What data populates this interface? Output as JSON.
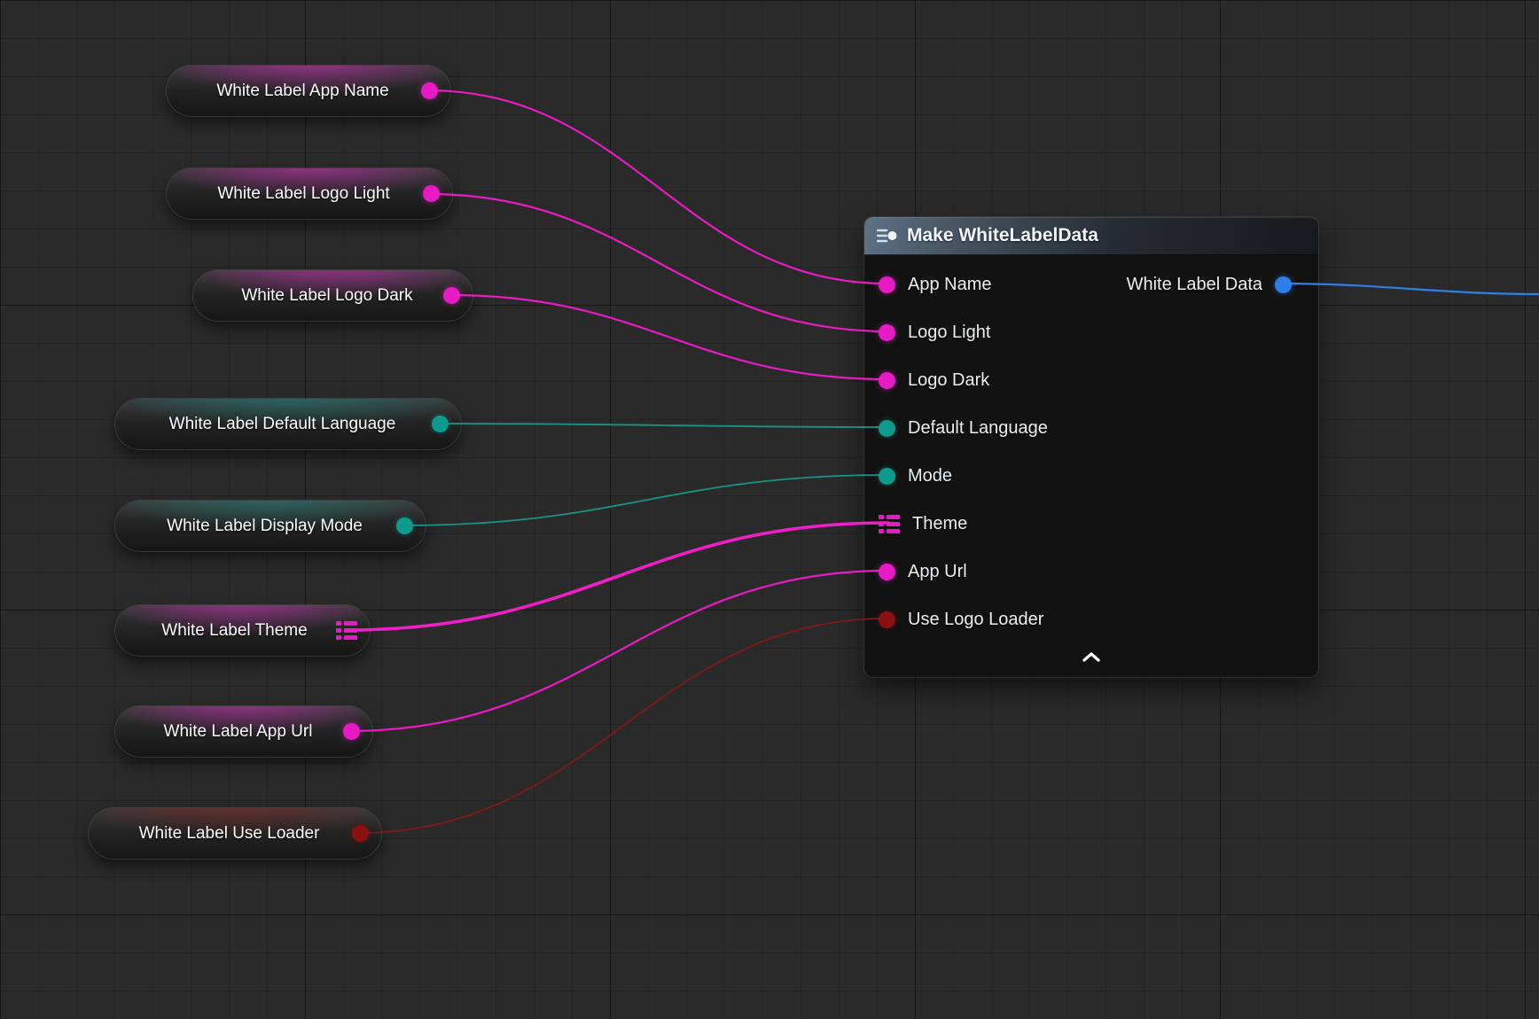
{
  "colors": {
    "background": "#2a2a2a",
    "pin_magenta": "#e51bc5",
    "pin_teal": "#0f9a8e",
    "pin_red": "#8c1010",
    "pin_blue": "#2f7fe8",
    "wire_magenta": "#e81cc2",
    "wire_teal": "#17948a",
    "wire_red": "#7e1a1a",
    "wire_blue": "#2e7fe8"
  },
  "getter_nodes": [
    {
      "label": "White Label App Name",
      "pin_type": "magenta",
      "pin_shape": "circle"
    },
    {
      "label": "White Label Logo Light",
      "pin_type": "magenta",
      "pin_shape": "circle"
    },
    {
      "label": "White Label Logo Dark",
      "pin_type": "magenta",
      "pin_shape": "circle"
    },
    {
      "label": "White Label Default Language",
      "pin_type": "teal",
      "pin_shape": "circle"
    },
    {
      "label": "White Label Display Mode",
      "pin_type": "teal",
      "pin_shape": "circle"
    },
    {
      "label": "White Label Theme",
      "pin_type": "magenta",
      "pin_shape": "struct-grid"
    },
    {
      "label": "White Label App Url",
      "pin_type": "magenta",
      "pin_shape": "circle"
    },
    {
      "label": "White Label Use Loader",
      "pin_type": "red",
      "pin_shape": "circle"
    }
  ],
  "make_node": {
    "title": "Make WhiteLabelData",
    "header_icon": "make-struct-icon",
    "collapse_icon": "chevron-up-icon",
    "inputs": [
      {
        "label": "App Name",
        "pin_type": "magenta",
        "pin_shape": "circle"
      },
      {
        "label": "Logo Light",
        "pin_type": "magenta",
        "pin_shape": "circle"
      },
      {
        "label": "Logo Dark",
        "pin_type": "magenta",
        "pin_shape": "circle"
      },
      {
        "label": "Default Language",
        "pin_type": "teal",
        "pin_shape": "circle"
      },
      {
        "label": "Mode",
        "pin_type": "teal",
        "pin_shape": "circle"
      },
      {
        "label": "Theme",
        "pin_type": "magenta",
        "pin_shape": "struct-grid"
      },
      {
        "label": "App Url",
        "pin_type": "magenta",
        "pin_shape": "circle"
      },
      {
        "label": "Use Logo Loader",
        "pin_type": "red",
        "pin_shape": "circle"
      }
    ],
    "output": {
      "label": "White Label Data",
      "pin_type": "blue",
      "pin_shape": "circle"
    }
  }
}
